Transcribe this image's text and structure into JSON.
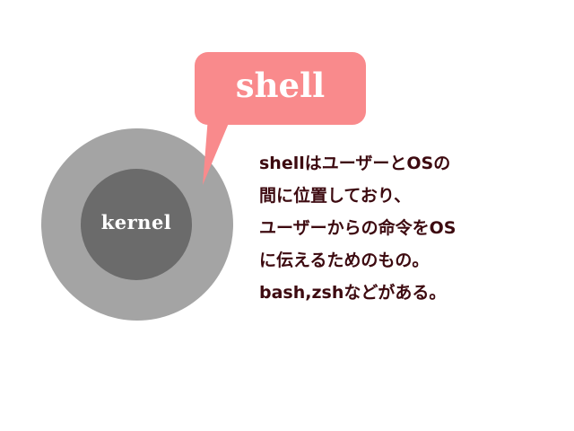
{
  "diagram": {
    "kernel_label": "kernel",
    "shell_label": "shell",
    "description_lines": [
      "shellはユーザーとOSの",
      "間に位置しており、",
      "ユーザーからの命令をOS",
      "に伝えるためのもの。",
      "bash,zshなどがある。"
    ]
  },
  "colors": {
    "outer_circle": "#a4a4a4",
    "inner_circle": "#6b6b6b",
    "bubble": "#f98a8c",
    "text": "#3d0a10",
    "background": "#ffffff"
  }
}
